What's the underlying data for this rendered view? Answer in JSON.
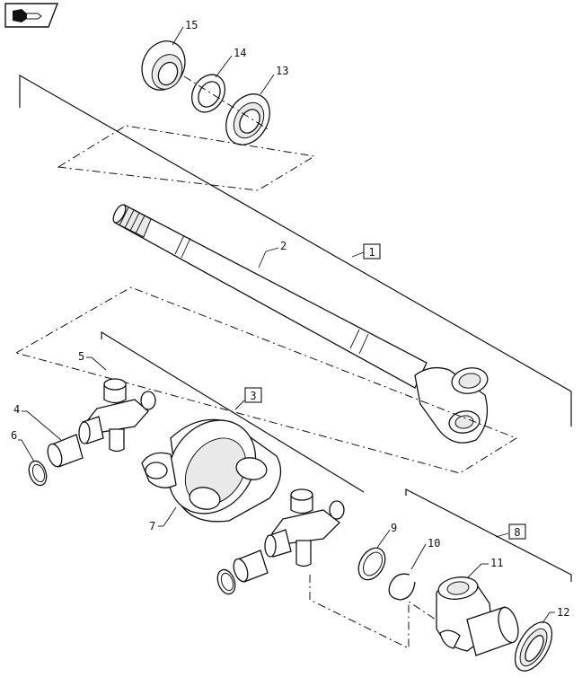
{
  "diagram": {
    "callouts": [
      {
        "id": "c1",
        "text": "1"
      },
      {
        "id": "c2",
        "text": "2"
      },
      {
        "id": "c3",
        "text": "3"
      },
      {
        "id": "c4",
        "text": "4"
      },
      {
        "id": "c5",
        "text": "5"
      },
      {
        "id": "c6",
        "text": "6"
      },
      {
        "id": "c7",
        "text": "7"
      },
      {
        "id": "c8",
        "text": "8"
      },
      {
        "id": "c9",
        "text": "9"
      },
      {
        "id": "c10",
        "text": "10"
      },
      {
        "id": "c11",
        "text": "11"
      },
      {
        "id": "c12",
        "text": "12"
      },
      {
        "id": "c13",
        "text": "13"
      },
      {
        "id": "c14",
        "text": "14"
      },
      {
        "id": "c15",
        "text": "15"
      }
    ]
  },
  "icons": {
    "corner_badge": "book-arrow-icon"
  }
}
